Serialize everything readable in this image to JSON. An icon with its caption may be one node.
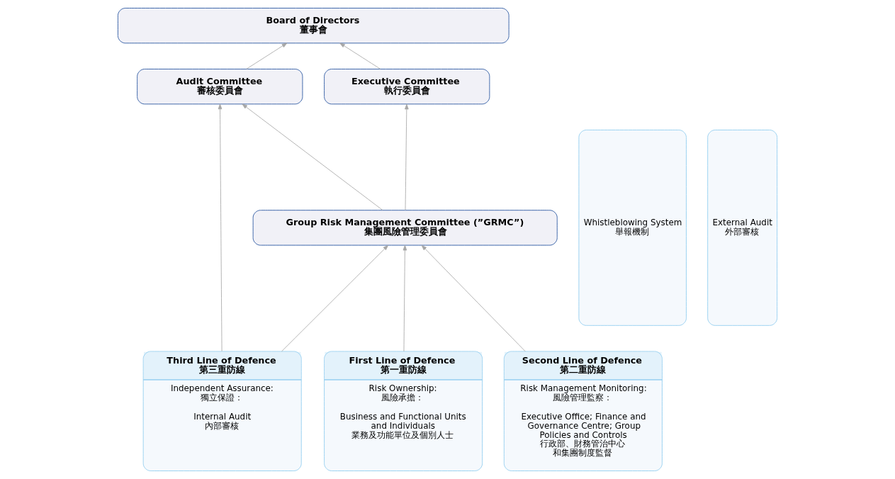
{
  "diagram": {
    "nodes": [
      {
        "text": [
          "Board of Directors",
          "董事會"
        ]
      },
      {
        "text": [
          "Executive Committee",
          "執行委員會"
        ]
      },
      {
        "text": [
          "Audit Committee",
          "審核委員會"
        ]
      },
      {
        "text": [
          "Group Risk Management Committee (”GRMC”)",
          "集團風險管理委員會"
        ]
      },
      {
        "text": [
          "First Line of Defence",
          "第一重防線",
          "Risk Ownership:",
          "風險承擔：",
          "Business and Functional Units and Individuals",
          "業務及功能單位及個別人士"
        ]
      },
      {
        "text": [
          "Second Line of Defence",
          "第二重防線",
          "Risk Management Monitoring:",
          "風險管理監察：",
          "Executive Office; Finance and Governance Centre; Group Policies and Controls",
          "行政部、財務管治中心和集團制度監督"
        ]
      },
      {
        "text": [
          "Third Line of Defence",
          "第三重防線",
          "Independent Assurance:",
          "獨立保證：",
          "Internal Audit",
          "內部審核"
        ]
      },
      {
        "text": [
          "Whistleblowing System",
          "舉報機制"
        ]
      },
      {
        "text": [
          "External Audit",
          "外部審核"
        ]
      }
    ],
    "edges": [
      {
        "from": 1,
        "to": 0,
        "arrow": "to"
      },
      {
        "from": 2,
        "to": 0,
        "arrow": "to"
      },
      {
        "from": 3,
        "to": 1,
        "arrow": "to"
      },
      {
        "from": 3,
        "to": 2,
        "arrow": "to"
      },
      {
        "from": 4,
        "to": 3,
        "arrow": "to"
      },
      {
        "from": 5,
        "to": 3,
        "arrow": "to"
      },
      {
        "from": 6,
        "to": 3,
        "arrow": "to"
      },
      {
        "from": 6,
        "to": 2,
        "arrow": "to"
      }
    ]
  }
}
